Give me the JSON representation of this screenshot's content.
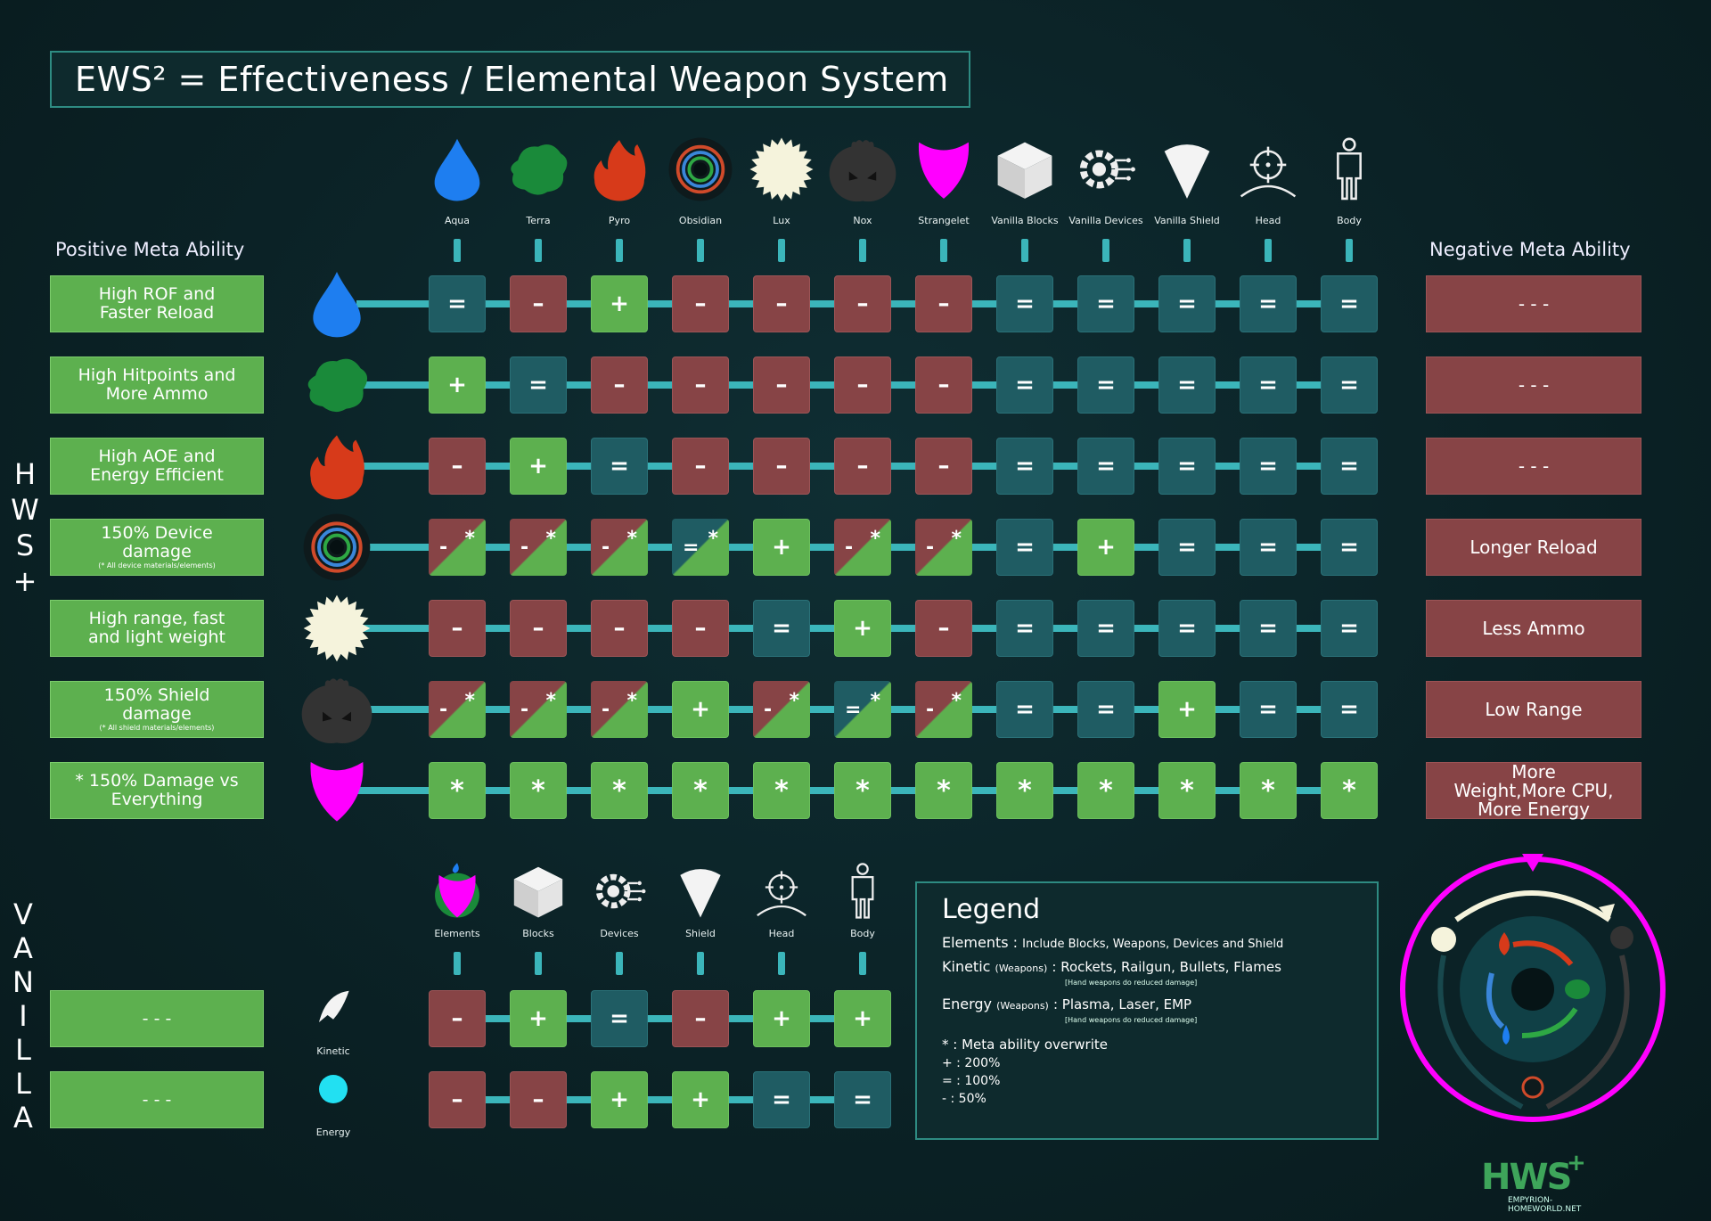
{
  "title": "EWS² = Effectiveness / Elemental Weapon System",
  "top_columns": [
    "Aqua",
    "Terra",
    "Pyro",
    "Obsidian",
    "Lux",
    "Nox",
    "Strangelet",
    "Vanilla Blocks",
    "Vanilla Devices",
    "Vanilla Shield",
    "Head",
    "Body"
  ],
  "positive_header": "Positive Meta Ability",
  "negative_header": "Negative Meta Ability",
  "hws_label": [
    "H",
    "W",
    "S",
    "+"
  ],
  "vanilla_label": [
    "V",
    "A",
    "N",
    "I",
    "L",
    "L",
    "A"
  ],
  "rows": [
    {
      "positive": "High ROF and Faster Reload",
      "note": "",
      "negative": "- - -",
      "icon": "aqua-drop",
      "cells": [
        "=",
        "-",
        "+",
        "-",
        "-",
        "-",
        "-",
        "=",
        "=",
        "=",
        "=",
        "="
      ]
    },
    {
      "positive": "High Hitpoints and More Ammo",
      "note": "",
      "negative": "- - -",
      "icon": "terra-blob",
      "cells": [
        "+",
        "=",
        "-",
        "-",
        "-",
        "-",
        "-",
        "=",
        "=",
        "=",
        "=",
        "="
      ]
    },
    {
      "positive": "High AOE and Energy Efficient",
      "note": "",
      "negative": "- - -",
      "icon": "pyro-flame",
      "cells": [
        "-",
        "+",
        "=",
        "-",
        "-",
        "-",
        "-",
        "=",
        "=",
        "=",
        "=",
        "="
      ]
    },
    {
      "positive": "150% Device damage",
      "note": "(* All device materials/elements)",
      "negative": "Longer Reload",
      "icon": "obsidian-ring",
      "cells": [
        "-*",
        "-*",
        "-*",
        "=*",
        "+",
        "-*",
        "-*",
        "=",
        "+",
        "=",
        "=",
        "="
      ]
    },
    {
      "positive": "High range, fast and light weight",
      "note": "",
      "negative": "Less Ammo",
      "icon": "lux-star",
      "cells": [
        "-",
        "-",
        "-",
        "-",
        "=",
        "+",
        "-",
        "=",
        "=",
        "=",
        "=",
        "="
      ]
    },
    {
      "positive": "150% Shield damage",
      "note": "(* All shield materials/elements)",
      "negative": "Low Range",
      "icon": "nox-skull",
      "cells": [
        "-*",
        "-*",
        "-*",
        "+",
        "-*",
        "=*",
        "-*",
        "=",
        "=",
        "+",
        "=",
        "="
      ]
    },
    {
      "positive": "* 150% Damage vs Everything",
      "note": "",
      "negative": "More Weight,More CPU, More Energy",
      "icon": "strangelet-shape",
      "cells": [
        "*",
        "*",
        "*",
        "*",
        "*",
        "*",
        "*",
        "*",
        "*",
        "*",
        "*",
        "*"
      ]
    }
  ],
  "bottom_columns": [
    "Elements",
    "Blocks",
    "Devices",
    "Shield",
    "Head",
    "Body"
  ],
  "vanilla_rows": [
    {
      "positive": "- - -",
      "weapon": "Kinetic",
      "cells": [
        "-",
        "+",
        "=",
        "-",
        "+",
        "+"
      ]
    },
    {
      "positive": "- - -",
      "weapon": "Energy",
      "cells": [
        "-",
        "-",
        "+",
        "+",
        "=",
        "="
      ]
    }
  ],
  "legend": {
    "title": "Legend",
    "elements_key": "Elements :",
    "elements_val": "Include Blocks, Weapons, Devices and Shield",
    "kinetic_key": "Kinetic",
    "kinetic_sub": "(Weapons)",
    "kinetic_val": ": Rockets, Railgun, Bullets, Flames",
    "kinetic_note": "[Hand weapons do reduced damage]",
    "energy_key": "Energy",
    "energy_sub": "(Weapons)",
    "energy_val": ": Plasma, Laser, EMP",
    "energy_note": "[Hand weapons do reduced damage]",
    "star": "* : Meta ability overwrite",
    "plus": "+ : 200%",
    "eq": "= : 100%",
    "minus": "- : 50%"
  },
  "logo_text": "HWS",
  "logo_plus": "+",
  "logo_url": "EMPYRION-HOMEWORLD.NET",
  "colors": {
    "green": "#5db04f",
    "red": "#874446",
    "teal": "#1f5c63",
    "line": "#3bb5ba",
    "magenta": "#ff00ff"
  }
}
